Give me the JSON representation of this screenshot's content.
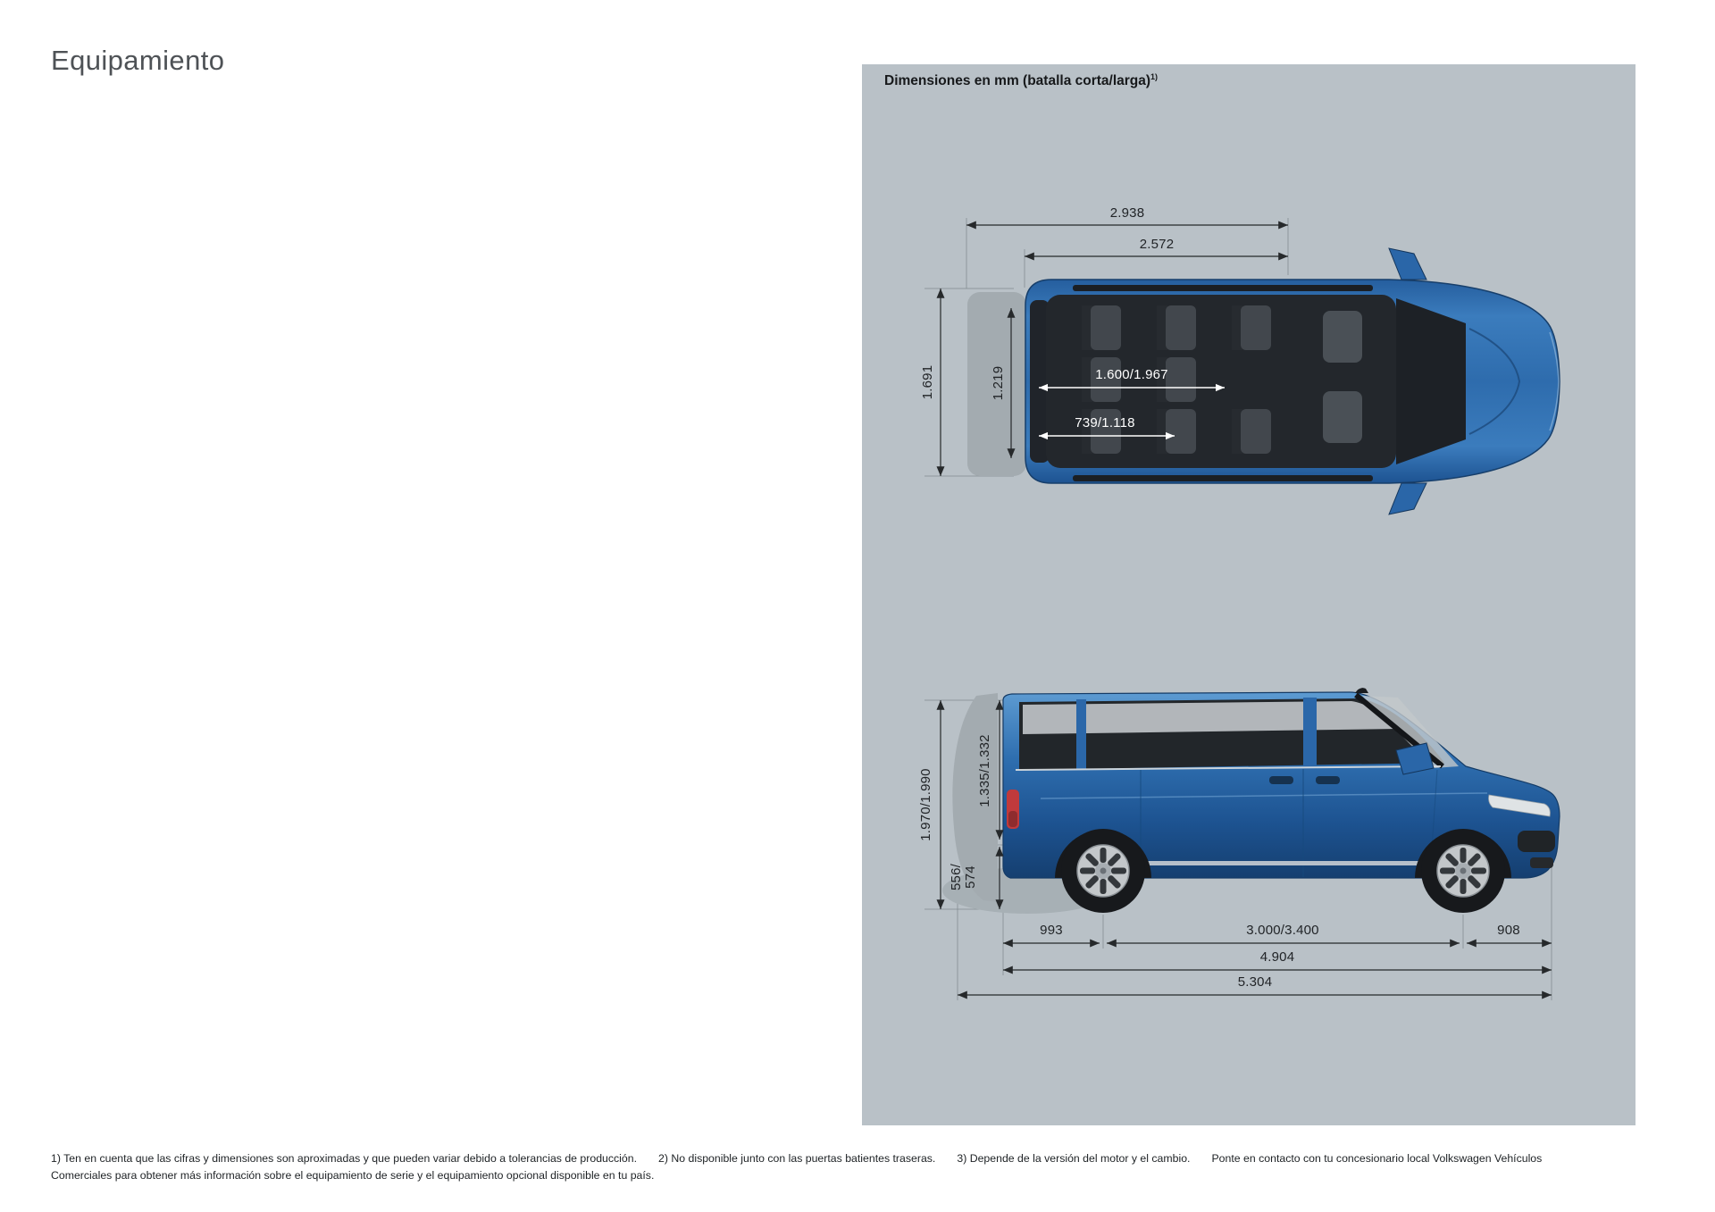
{
  "page": {
    "title": "Equipamiento"
  },
  "panel": {
    "title": "Dimensiones en mm (batalla corta/larga)",
    "title_sup": "1)"
  },
  "top_view": {
    "width_total": "2.938",
    "width_inner": "2.572",
    "height_total": "1.691",
    "opening_width": "1.219",
    "interior_length": "1.600/1.967",
    "interior_rear_width": "739/1.118"
  },
  "side_view": {
    "height_total": "1.970/1.990",
    "opening_height": "1.335/1.332",
    "sill_height_line1": "556/",
    "sill_height_line2": "574",
    "rear_overhang": "993",
    "wheelbase": "3.000/3.400",
    "front_overhang": "908",
    "length": "4.904",
    "length_tailgate_open": "5.304"
  },
  "footnotes": {
    "f1": "1) Ten en cuenta que las cifras y dimensiones son aproximadas y que pueden variar debido a tolerancias de producción.",
    "f2": "2) No disponible junto con las puertas batientes traseras.",
    "f3": "3) Depende de la versión del motor y el cambio.",
    "f4": "Ponte en contacto con tu concesionario local Volkswagen Vehículos",
    "line2": "Comerciales para obtener más información sobre el equipamiento de serie y el equipamiento opcional disponible en tu país."
  },
  "colors": {
    "panel_bg": "#b9c1c7",
    "vehicle_blue": "#2e6cad",
    "silhouette_gray": "#a3abb0",
    "dimension_line": "#26292b",
    "interior_label": "#ffffff"
  }
}
